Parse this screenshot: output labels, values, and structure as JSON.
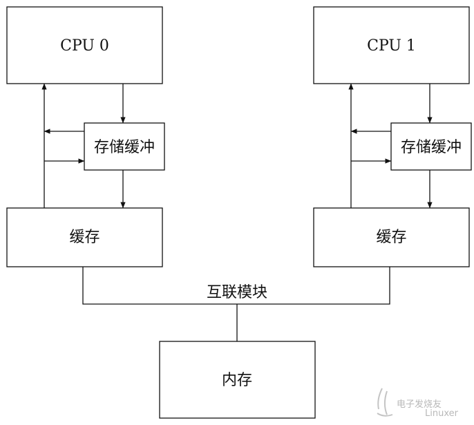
{
  "cpu0": {
    "label": "CPU 0"
  },
  "cpu1": {
    "label": "CPU 1"
  },
  "store_buffer_left": {
    "label": "存储缓冲"
  },
  "store_buffer_right": {
    "label": "存储缓冲"
  },
  "cache_left": {
    "label": "缓存"
  },
  "cache_right": {
    "label": "缓存"
  },
  "interconnect": {
    "label": "互联模块"
  },
  "memory": {
    "label": "内存"
  },
  "watermark": {
    "cn": "电子发烧友",
    "en": "Linuxer"
  },
  "colors": {
    "stroke": "#111111",
    "watermark": "#b8b8b8"
  }
}
